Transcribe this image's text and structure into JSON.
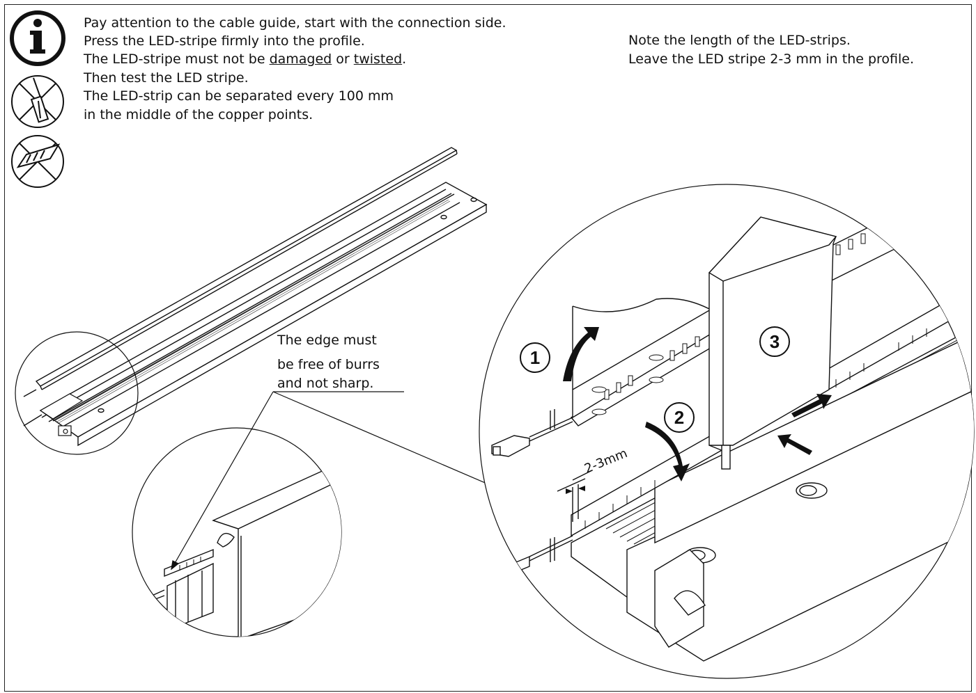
{
  "instructions": {
    "line1": "Pay attention to the cable guide, start with the connection side.",
    "line2": "Press the LED-stripe firmly into the profile.",
    "line3_a": "The LED-stripe must not be ",
    "line3_b": "damaged",
    "line3_c": " or ",
    "line3_d": "twisted",
    "line3_e": ".",
    "line4": "Then test the LED stripe.",
    "line5": "The LED-strip can be separated every 100 mm",
    "line6": "in the middle of the copper points."
  },
  "note": {
    "line1": "Note the length of the LED-strips.",
    "line2": "Leave the LED stripe 2-3 mm in the profile."
  },
  "edge_callout": {
    "line1": "The edge must",
    "line2": "be free of burrs",
    "line3": "and not sharp."
  },
  "steps": {
    "step1": "1",
    "step2": "2",
    "step3": "3"
  },
  "dimension": "2-3mm",
  "icons": [
    "info-icon",
    "no-screwdriver-icon",
    "no-cutter-icon"
  ]
}
